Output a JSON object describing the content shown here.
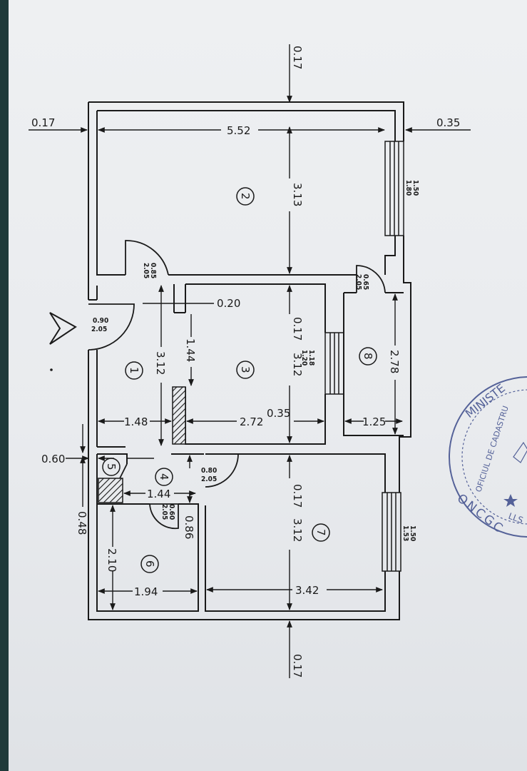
{
  "plan": {
    "rooms": [
      "1",
      "2",
      "3",
      "4",
      "5",
      "6",
      "7",
      "8"
    ],
    "dimensions": {
      "top_offset": "0.17",
      "left_offset": "0.17",
      "right_offset": "0.35",
      "room2_width": "5.52",
      "room2_depth": "3.13",
      "window2": "1.80",
      "window2_h": "1.50",
      "door_a": "0.85",
      "door_a_h": "2.05",
      "door_b": "0.65",
      "door_b_h": "2.05",
      "entry_door": "0.90",
      "entry_door_h": "2.05",
      "wall_020": "0.20",
      "mid_017": "0.17",
      "h_144": "1.44",
      "h_312a": "3.12",
      "h_312b": "3.12",
      "window3": "1.18",
      "window3_h": "1.20",
      "room8_depth": "2.78",
      "w_148": "1.48",
      "w_272": "2.72",
      "w_035": "0.35",
      "w_125": "1.25",
      "w_060": "0.60",
      "door_c": "0.80",
      "door_c_h": "2.05",
      "w_144b": "1.44",
      "door_d": "0.60",
      "door_d_h": "2.05",
      "w_048": "0.48",
      "w_086": "0.86",
      "mid_017b": "0.17",
      "h_312c": "3.12",
      "window7": "1.53",
      "window7_h": "1.50",
      "h_210": "2.10",
      "w_194": "1.94",
      "w_342": "3.42",
      "bottom_offset": "0.17"
    }
  },
  "stamp": {
    "ring_text": "MINISTE",
    "inner_text": "OFICIUL DE CADASTRU",
    "bottom_text": "ONCGC",
    "side_text": "LLS"
  },
  "colors": {
    "ink": "#1a1a1a",
    "stamp": "#3b4a8a",
    "paper": "#eceef1"
  }
}
